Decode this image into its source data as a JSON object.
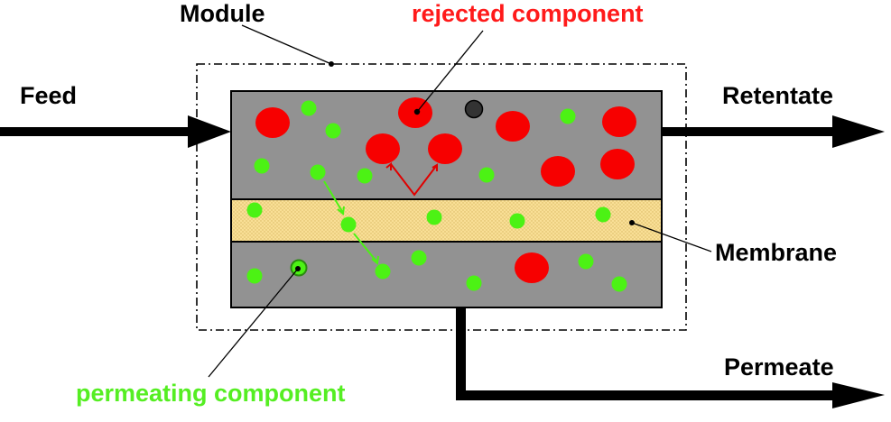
{
  "labels": {
    "module": "Module",
    "rejected_component": "rejected component",
    "feed": "Feed",
    "retentate": "Retentate",
    "membrane": "Membrane",
    "permeate": "Permeate",
    "permeating_component": "permeating component"
  },
  "colors": {
    "chamber": "#929292",
    "membrane": "#f9df96",
    "rejected": "#f70000",
    "permeating": "#4cf214",
    "text_rejected": "#ff1a1a",
    "text_permeating": "#55ee22",
    "stroke": "#000000"
  }
}
